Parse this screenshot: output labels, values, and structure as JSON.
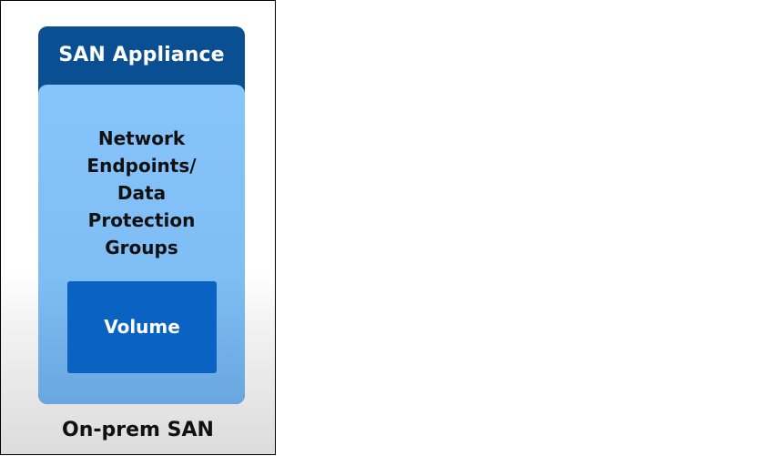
{
  "diagram": {
    "appliance_title": "SAN Appliance",
    "endpoints_lines": [
      "Network",
      "Endpoints/",
      "Data",
      "Protection",
      "Groups"
    ],
    "volume_label": "Volume",
    "caption": "On-prem SAN"
  },
  "colors": {
    "appliance_header": "#0b4f93",
    "endpoints_fill": "#7fbdf5",
    "volume_fill": "#0a63c2",
    "panel_border": "#000000"
  }
}
